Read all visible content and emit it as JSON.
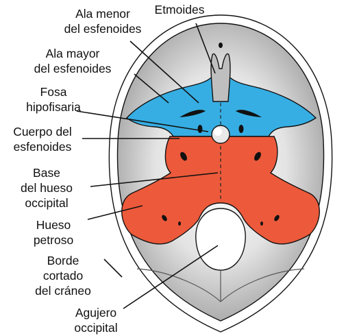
{
  "labels": {
    "etmoides": "Etmoides",
    "ala_menor_1": "Ala menor",
    "ala_menor_2": "del esfenoides",
    "ala_mayor_1": "Ala mayor",
    "ala_mayor_2": "del esfenoides",
    "fosa_1": "Fosa",
    "fosa_2": "hipofisaria",
    "cuerpo_1": "Cuerpo del",
    "cuerpo_2": "esfenoides",
    "base_1": "Base",
    "base_2": "del hueso",
    "base_3": "occipital",
    "petroso_1": "Hueso",
    "petroso_2": "petroso",
    "borde_1": "Borde",
    "borde_2": "cortado",
    "borde_3": "del cráneo",
    "agujero_1": "Agujero",
    "agujero_2": "occipital"
  },
  "colors": {
    "sphenoid_blue": "#36aee3",
    "occipital_red": "#ec5a3b",
    "fossa_gray": "#c9c9c9",
    "outline": "#111111"
  }
}
